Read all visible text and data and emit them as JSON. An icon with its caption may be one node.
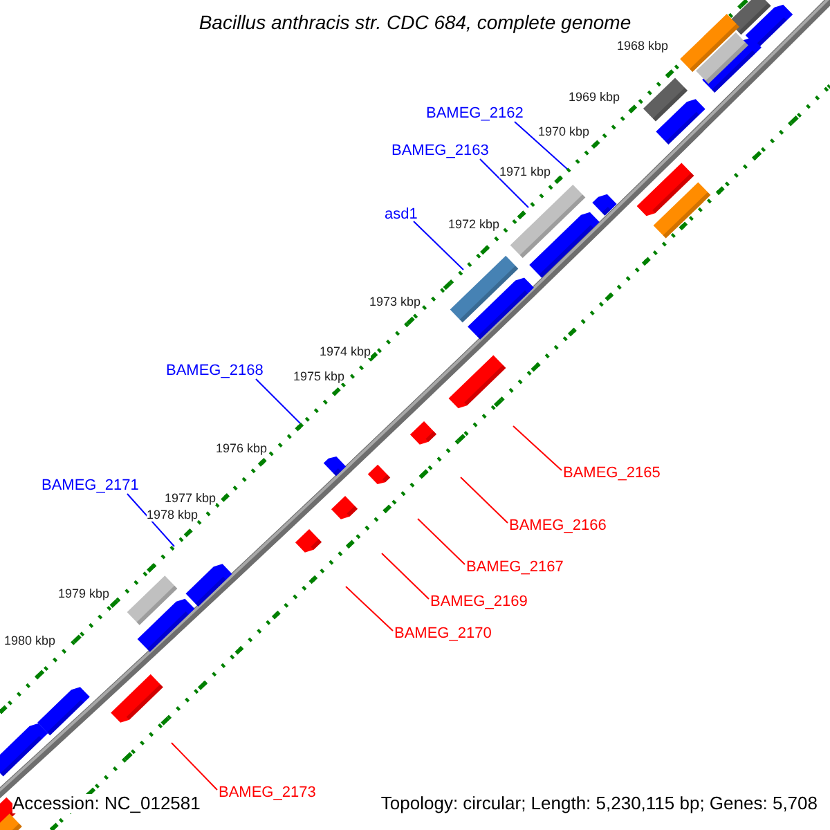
{
  "diagram": {
    "title": "Bacillus anthracis str. CDC 684, complete genome",
    "nodes": [
      {
        "text": [
          "BAMEG_2162"
        ]
      },
      {
        "text": [
          "BAMEG_2163"
        ]
      },
      {
        "text": [
          "asd1"
        ]
      },
      {
        "text": [
          "BAMEG_2168"
        ]
      },
      {
        "text": [
          "BAMEG_2171"
        ]
      },
      {
        "text": [
          "BAMEG_2165"
        ]
      },
      {
        "text": [
          "BAMEG_2166"
        ]
      },
      {
        "text": [
          "BAMEG_2167"
        ]
      },
      {
        "text": [
          "BAMEG_2169"
        ]
      },
      {
        "text": [
          "BAMEG_2170"
        ]
      },
      {
        "text": [
          "BAMEG_2173"
        ]
      }
    ],
    "edges": [
      {
        "from": 0,
        "to": null,
        "arrow": "none",
        "color": "#0000ff"
      },
      {
        "from": 1,
        "to": null,
        "arrow": "none",
        "color": "#0000ff"
      },
      {
        "from": 2,
        "to": null,
        "arrow": "none",
        "color": "#0000ff"
      },
      {
        "from": 3,
        "to": null,
        "arrow": "none",
        "color": "#0000ff"
      },
      {
        "from": 4,
        "to": null,
        "arrow": "none",
        "color": "#0000ff"
      },
      {
        "from": 5,
        "to": null,
        "arrow": "none"
      },
      {
        "from": 6,
        "to": null,
        "arrow": "none"
      },
      {
        "from": 7,
        "to": null,
        "arrow": "none"
      },
      {
        "from": 8,
        "to": null,
        "arrow": "none"
      },
      {
        "from": 9,
        "to": null,
        "arrow": "none"
      },
      {
        "from": 10,
        "to": null,
        "arrow": "none"
      }
    ],
    "labels": [
      "1968 kbp",
      "1969 kbp",
      "1970 kbp",
      "1971 kbp",
      "1972 kbp",
      "1973 kbp",
      "1974 kbp",
      "1975 kbp",
      "1976 kbp",
      "1977 kbp",
      "1978 kbp",
      "1979 kbp",
      "1980 kbp",
      "Accession: NC_012581",
      "Topology: circular; Length: 5,230,115 bp; Genes: 5,708"
    ]
  }
}
